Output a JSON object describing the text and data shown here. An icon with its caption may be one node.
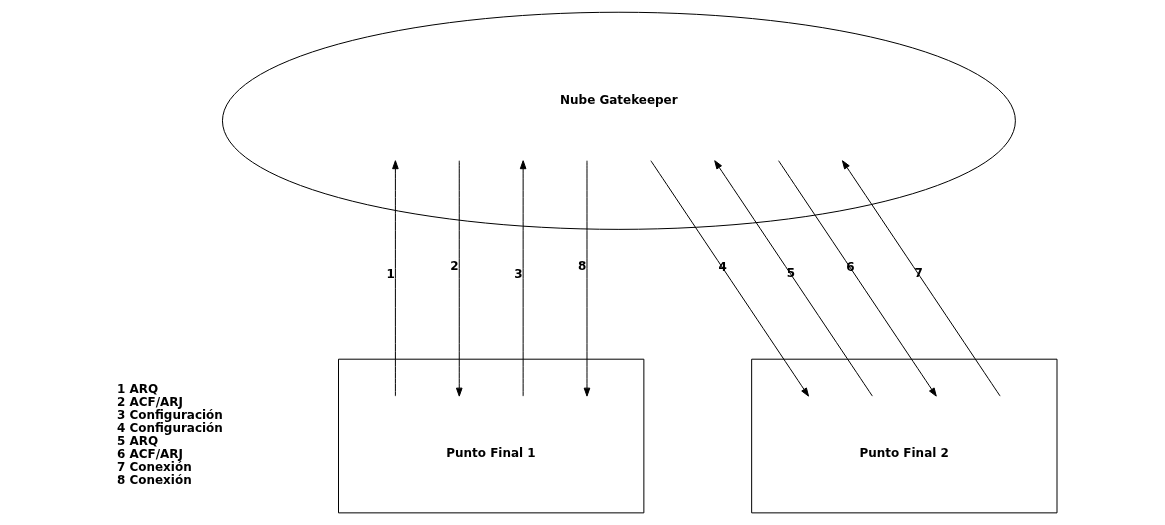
{
  "diagram": {
    "nodes": [
      {
        "text": [
          "Nube Gatekeeper"
        ]
      },
      {
        "text": [
          "Punto Final 1"
        ]
      },
      {
        "text": [
          "Punto Final 2"
        ]
      }
    ],
    "edges": [
      {
        "from": 1,
        "to": 0,
        "arrow": "to",
        "label": "1"
      },
      {
        "from": 0,
        "to": 1,
        "arrow": "to",
        "label": "2"
      },
      {
        "from": 1,
        "to": 0,
        "arrow": "to",
        "label": "3"
      },
      {
        "from": 0,
        "to": 1,
        "arrow": "to",
        "label": "8"
      },
      {
        "from": 0,
        "to": 2,
        "arrow": "to",
        "label": "4"
      },
      {
        "from": 2,
        "to": 0,
        "arrow": "to",
        "label": "5"
      },
      {
        "from": 0,
        "to": 2,
        "arrow": "to",
        "label": "6"
      },
      {
        "from": 2,
        "to": 0,
        "arrow": "to",
        "label": "7"
      }
    ],
    "labels": [
      "1 ARQ",
      "2 ACF/ARJ",
      "3 Configuración",
      "4 Configuración",
      "5 ARQ",
      "6 ACF/ARJ",
      "7 Conexión",
      "8 Conexión"
    ]
  }
}
